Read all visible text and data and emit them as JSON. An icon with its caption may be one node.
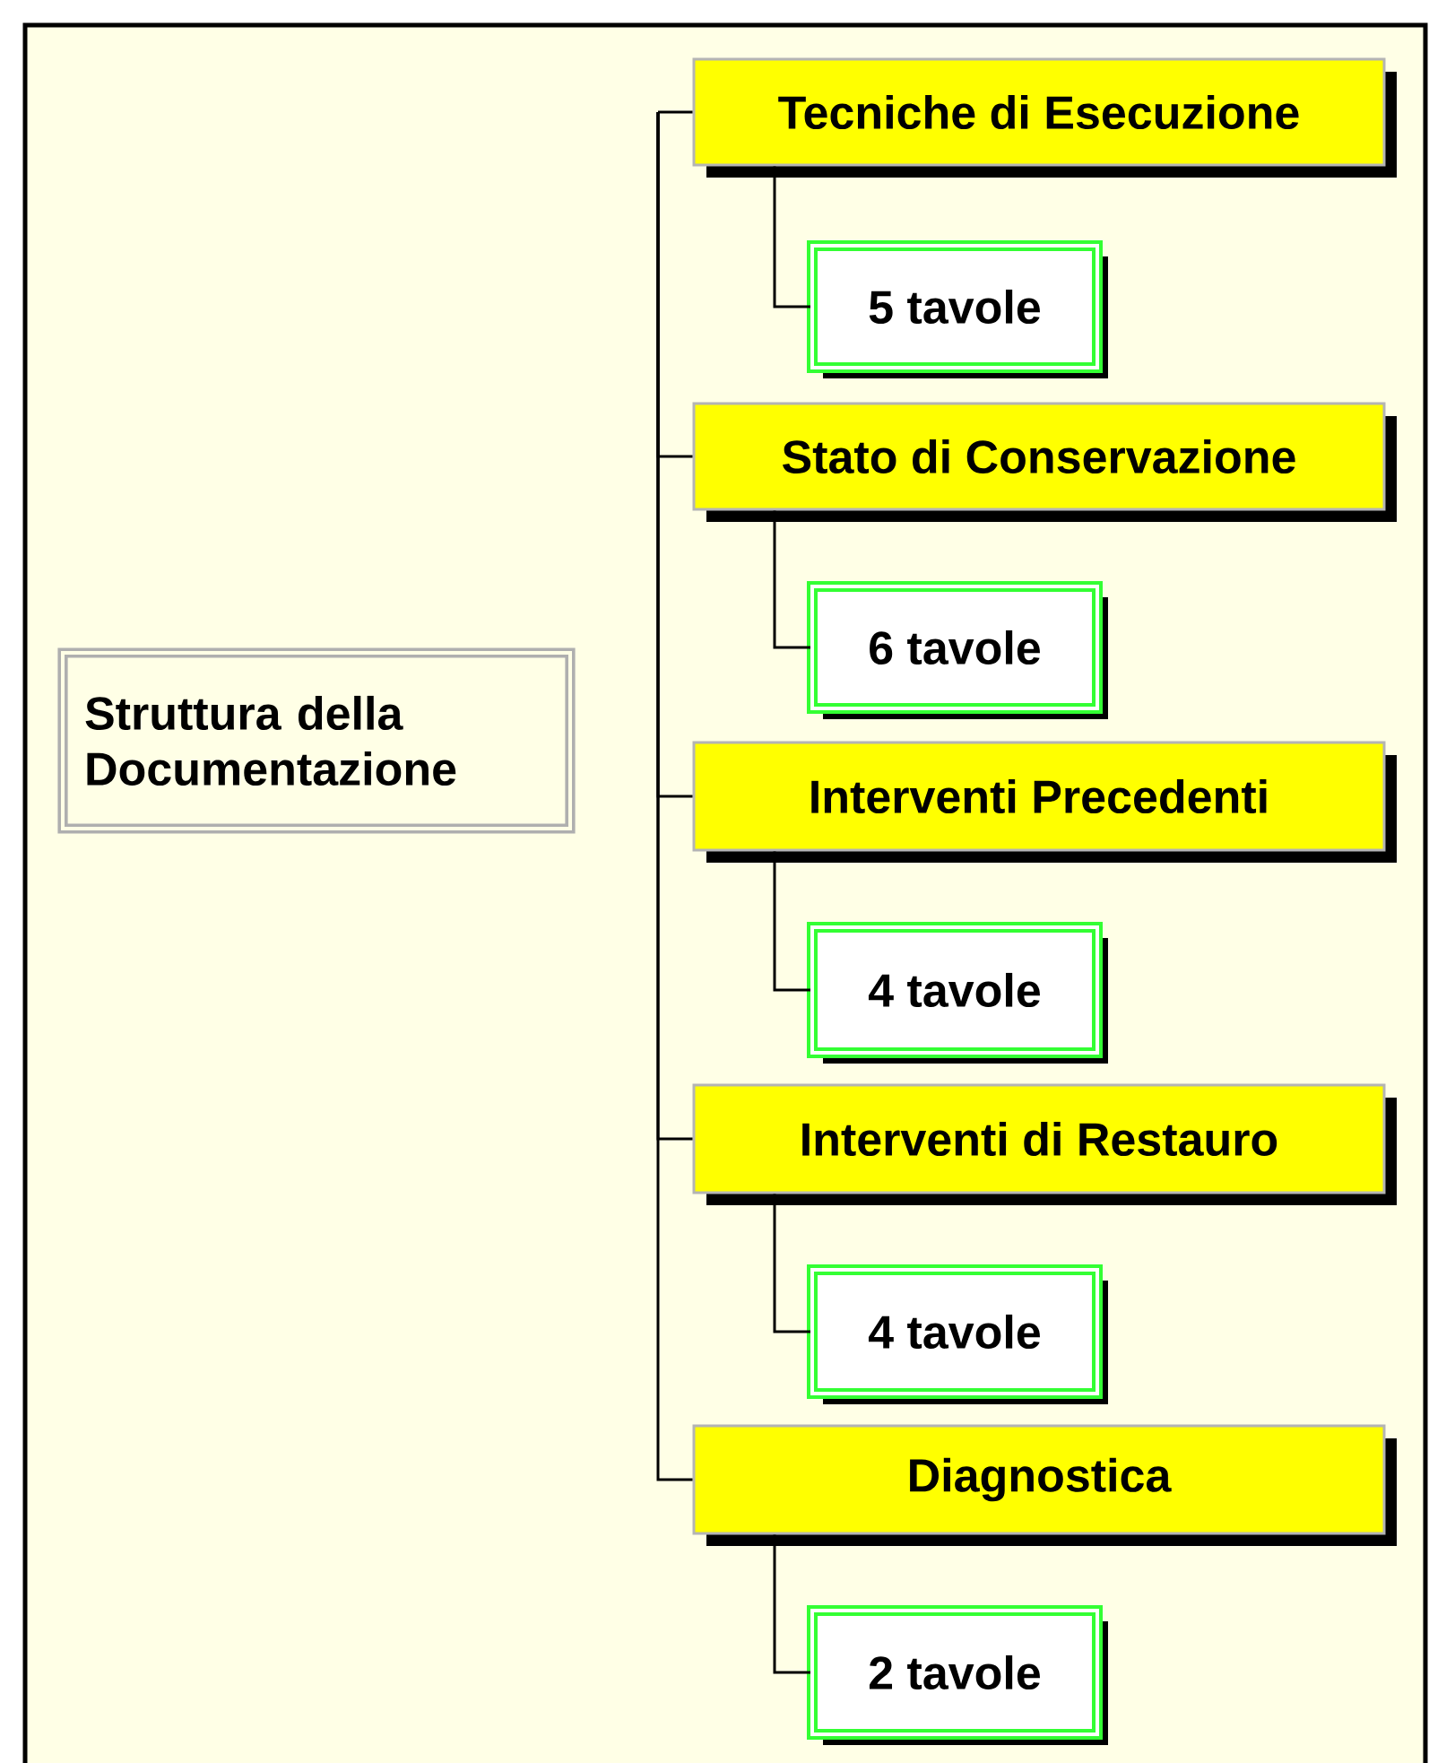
{
  "diagram": {
    "nodes": [
      {
        "text": [
          "Struttura della Documentazione"
        ]
      },
      {
        "text": [
          "Tecniche di Esecuzione"
        ]
      },
      {
        "text": [
          "5 tavole"
        ]
      },
      {
        "text": [
          "Stato di Conservazione"
        ]
      },
      {
        "text": [
          "6 tavole"
        ]
      },
      {
        "text": [
          "Interventi Precedenti"
        ]
      },
      {
        "text": [
          "4 tavole"
        ]
      },
      {
        "text": [
          "Interventi di Restauro"
        ]
      },
      {
        "text": [
          "4 tavole"
        ]
      },
      {
        "text": [
          "Diagnostica"
        ]
      },
      {
        "text": [
          "2 tavole"
        ]
      }
    ],
    "edges": [
      {
        "from": null,
        "to": 1,
        "arrow": "none"
      },
      {
        "from": null,
        "to": 3,
        "arrow": "none"
      },
      {
        "from": null,
        "to": 5,
        "arrow": "none"
      },
      {
        "from": null,
        "to": 7,
        "arrow": "none"
      },
      {
        "from": null,
        "to": 9,
        "arrow": "none"
      },
      {
        "from": 1,
        "to": 2,
        "arrow": "none"
      },
      {
        "from": 3,
        "to": 4,
        "arrow": "none"
      },
      {
        "from": 5,
        "to": 6,
        "arrow": "none"
      },
      {
        "from": 7,
        "to": 8,
        "arrow": "none"
      },
      {
        "from": 9,
        "to": 10,
        "arrow": "none"
      }
    ]
  }
}
